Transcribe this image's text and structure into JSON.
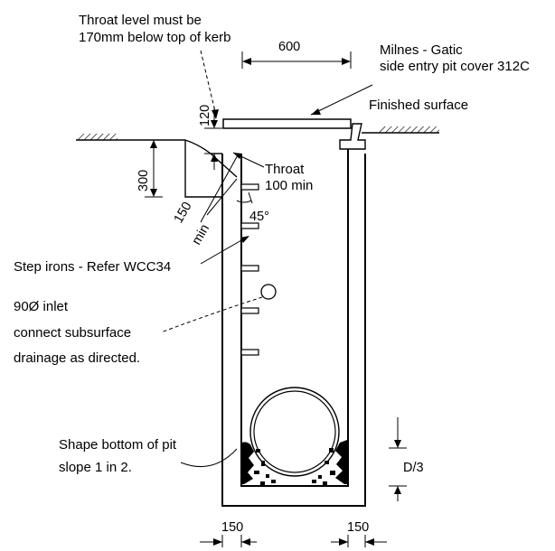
{
  "labels": {
    "throat_level_line1": "Throat level must be",
    "throat_level_line2": "170mm below top of kerb",
    "cover_line1": "Milnes - Gatic",
    "cover_line2": "side entry pit cover 312C",
    "finished_surface": "Finished surface",
    "throat_line1": "Throat",
    "throat_line2": "100 min",
    "step_irons": "Step irons - Refer WCC34",
    "inlet_line1": "90Ø inlet",
    "inlet_line2": "connect subsurface",
    "inlet_line3": "drainage as directed.",
    "shape_line1": "Shape bottom of pit",
    "shape_line2": "slope 1 in 2."
  },
  "dimensions": {
    "cover_width": "600",
    "kerb_offset": "120",
    "kerb_depth": "300",
    "throat_slope": "150",
    "throat_slope_unit": "min",
    "angle": "45°",
    "benching": "D/3",
    "wall_left": "150",
    "wall_right": "150"
  }
}
